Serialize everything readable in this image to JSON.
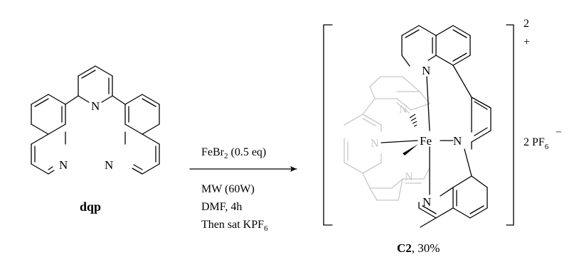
{
  "reactant": {
    "label": "dqp",
    "atom_n_central": "N",
    "atom_n_left": "N",
    "atom_n_right": "N"
  },
  "conditions": {
    "line1_main": "FeBr",
    "line1_sub": "2",
    "line1_rest": " (0.5 eq)",
    "line2": "MW (60W)",
    "line3": "DMF, 4h",
    "line4_main": "Then sat KPF",
    "line4_sub": "6"
  },
  "product": {
    "metal": "Fe",
    "atom_n": "N",
    "charge_top": "2",
    "charge_sign": "+",
    "counterion_prefix": "2 PF",
    "counterion_sub": "6",
    "counterion_charge": "–",
    "label_bold": "C2",
    "yield": ", 30%"
  }
}
